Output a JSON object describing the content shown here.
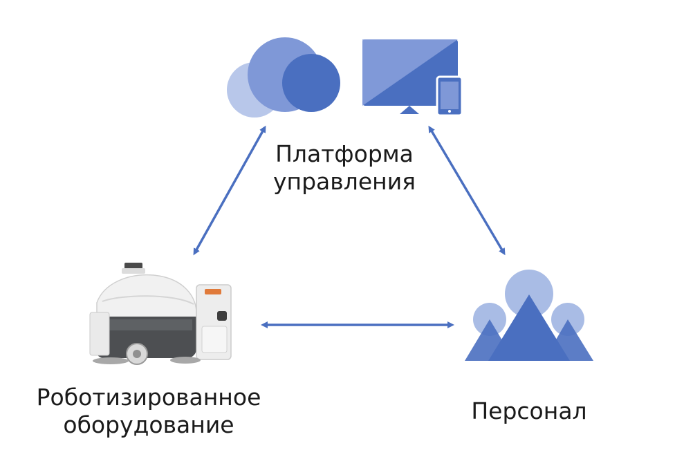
{
  "nodes": {
    "platform": {
      "label_line1": "Платформа",
      "label_line2": "управления",
      "icons": [
        "cloud-icon",
        "monitor-icon",
        "smartphone-icon"
      ]
    },
    "equipment": {
      "label_line1": "Роботизированное",
      "label_line2": "оборудование",
      "icons": [
        "cleaning-robot-icon"
      ]
    },
    "staff": {
      "label_line1": "Персонал",
      "icons": [
        "people-group-icon"
      ]
    }
  },
  "connections": [
    {
      "from": "platform",
      "to": "equipment",
      "direction": "bidirectional"
    },
    {
      "from": "platform",
      "to": "staff",
      "direction": "bidirectional"
    },
    {
      "from": "equipment",
      "to": "staff",
      "direction": "bidirectional"
    }
  ],
  "colors": {
    "accent": "#4a6fc0",
    "accent_light": "#a9bce5",
    "accent_mid": "#7e97d6",
    "text": "#1a1a1a"
  }
}
